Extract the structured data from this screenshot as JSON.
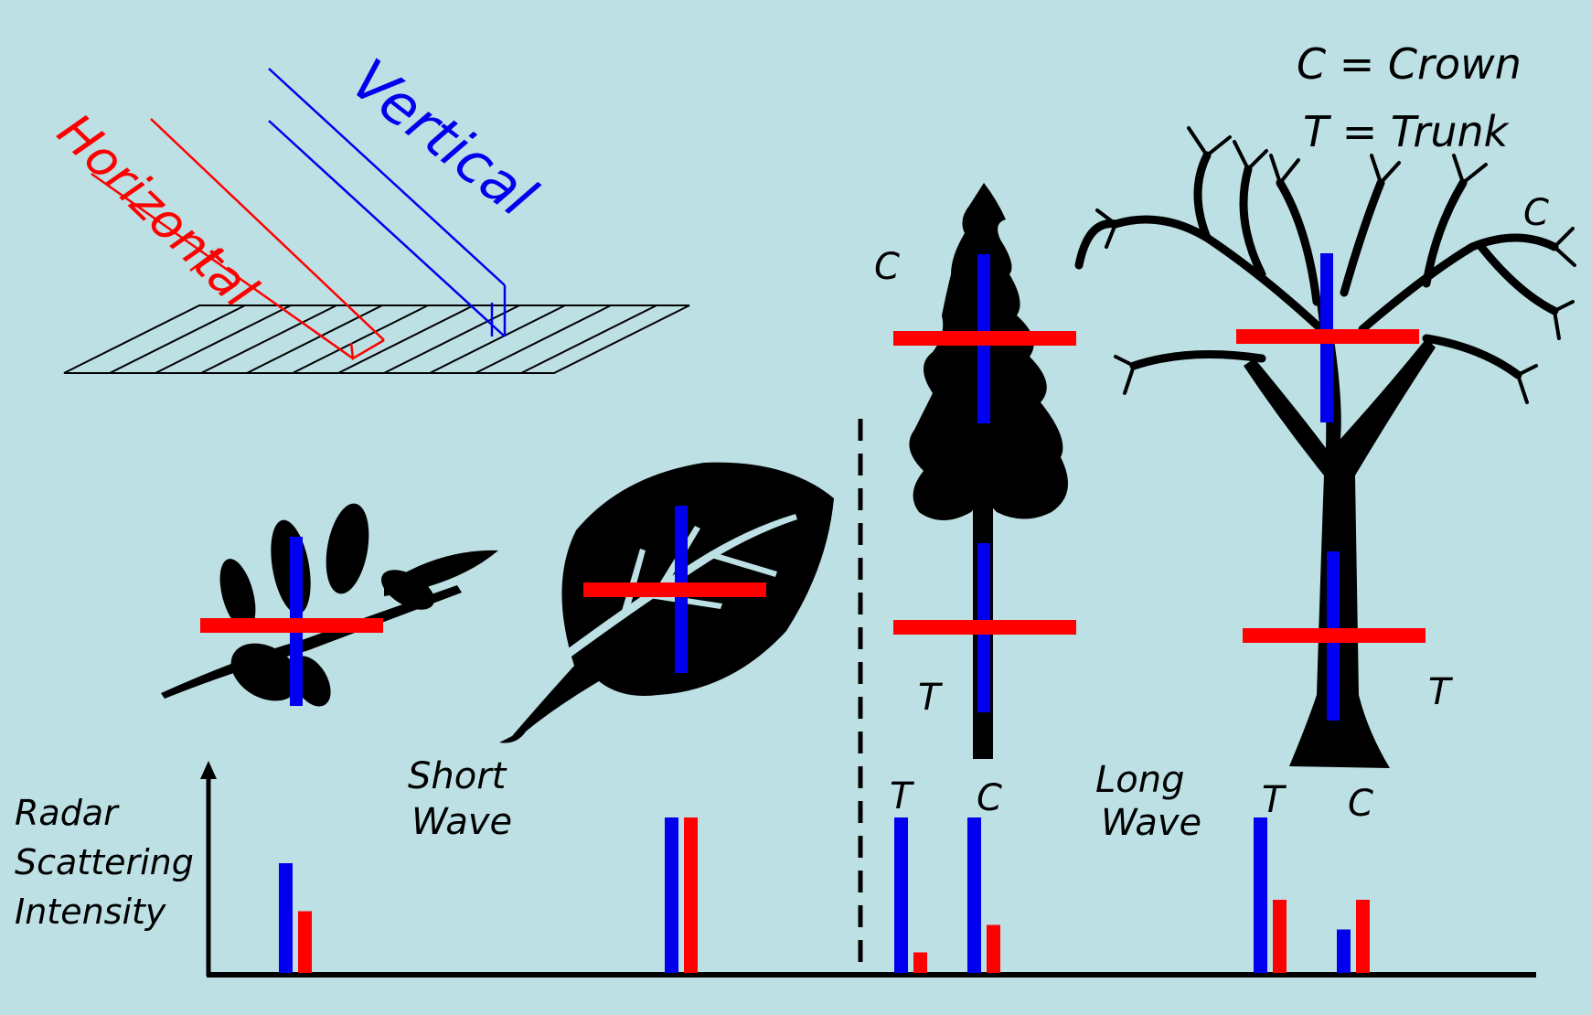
{
  "legend": {
    "crown": "C = Crown",
    "trunk": "T = Trunk"
  },
  "polarization": {
    "horizontal": "Horizontal",
    "vertical": "Vertical"
  },
  "markers": {
    "crown_conifer": "C",
    "trunk_conifer": "T",
    "crown_oak": "C",
    "trunk_oak": "T"
  },
  "wave_labels": {
    "short": [
      "Short",
      "Wave"
    ],
    "long": [
      "Long",
      "Wave"
    ]
  },
  "y_axis_label": [
    "Radar",
    "Scattering",
    "Intensity"
  ],
  "bar_labels": {
    "conifer_trunk": "T",
    "conifer_crown": "C",
    "oak_trunk": "T",
    "oak_crown": "C"
  },
  "colors": {
    "vertical": "#0000ee",
    "horizontal": "#ff0000",
    "background": "#bce0e4"
  },
  "chart_data": {
    "type": "bar",
    "categories": [
      "Leaflets",
      "Leaf",
      "Conifer T",
      "Conifer C",
      "Oak T",
      "Oak C"
    ],
    "series": [
      {
        "name": "Vertical",
        "values": [
          0.48,
          0.68,
          0.68,
          0.68,
          0.68,
          0.19
        ]
      },
      {
        "name": "Horizontal",
        "values": [
          0.27,
          0.68,
          0.09,
          0.21,
          0.32,
          0.32
        ]
      }
    ],
    "ylim": [
      0,
      1
    ]
  }
}
